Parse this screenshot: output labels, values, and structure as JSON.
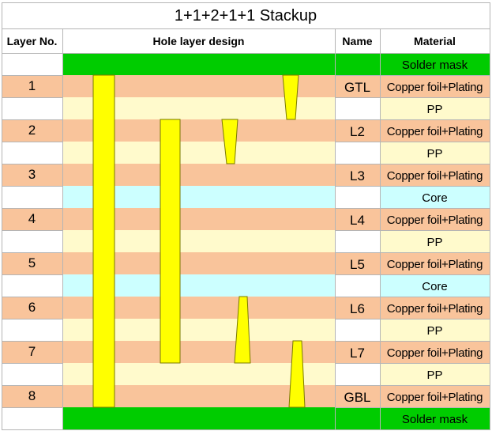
{
  "title": "1+1+2+1+1 Stackup",
  "headers": {
    "layer_no": "Layer No.",
    "hole_design": "Hole layer design",
    "name": "Name",
    "material": "Material"
  },
  "colors": {
    "copper": "#f9c49b",
    "pp": "#fffacc",
    "core": "#ccffff",
    "solder_mask": "#00cc00",
    "hole": "#ffff00",
    "grid": "#b5b5b5"
  },
  "rows": [
    {
      "type": "mask",
      "layer": "",
      "name": "",
      "material": "Solder mask"
    },
    {
      "type": "copper",
      "layer": "1",
      "name": "GTL",
      "material": "Copper foil+Plating"
    },
    {
      "type": "pp",
      "layer": "",
      "name": "",
      "material": "PP"
    },
    {
      "type": "copper",
      "layer": "2",
      "name": "L2",
      "material": "Copper foil+Plating"
    },
    {
      "type": "pp",
      "layer": "",
      "name": "",
      "material": "PP"
    },
    {
      "type": "copper",
      "layer": "3",
      "name": "L3",
      "material": "Copper foil+Plating"
    },
    {
      "type": "core",
      "layer": "",
      "name": "",
      "material": "Core"
    },
    {
      "type": "copper",
      "layer": "4",
      "name": "L4",
      "material": "Copper foil+Plating"
    },
    {
      "type": "pp",
      "layer": "",
      "name": "",
      "material": "PP"
    },
    {
      "type": "copper",
      "layer": "5",
      "name": "L5",
      "material": "Copper foil+Plating"
    },
    {
      "type": "core",
      "layer": "",
      "name": "",
      "material": "Core"
    },
    {
      "type": "copper",
      "layer": "6",
      "name": "L6",
      "material": "Copper foil+Plating"
    },
    {
      "type": "pp",
      "layer": "",
      "name": "",
      "material": "PP"
    },
    {
      "type": "copper",
      "layer": "7",
      "name": "L7",
      "material": "Copper foil+Plating"
    },
    {
      "type": "pp",
      "layer": "",
      "name": "",
      "material": "PP"
    },
    {
      "type": "copper",
      "layer": "8",
      "name": "GBL",
      "material": "Copper foil+Plating"
    },
    {
      "type": "mask",
      "layer": "",
      "name": "",
      "material": "Solder mask"
    }
  ],
  "holes": [
    {
      "kind": "through-hole",
      "from_layer": 1,
      "to_layer": 8
    },
    {
      "kind": "buried-via",
      "from_layer": 2,
      "to_layer": 7
    },
    {
      "kind": "microvia",
      "from_layer": 1,
      "to_layer": 2
    },
    {
      "kind": "microvia",
      "from_layer": 2,
      "to_layer": 3
    },
    {
      "kind": "microvia",
      "from_layer": 6,
      "to_layer": 7
    },
    {
      "kind": "microvia",
      "from_layer": 7,
      "to_layer": 8
    }
  ]
}
